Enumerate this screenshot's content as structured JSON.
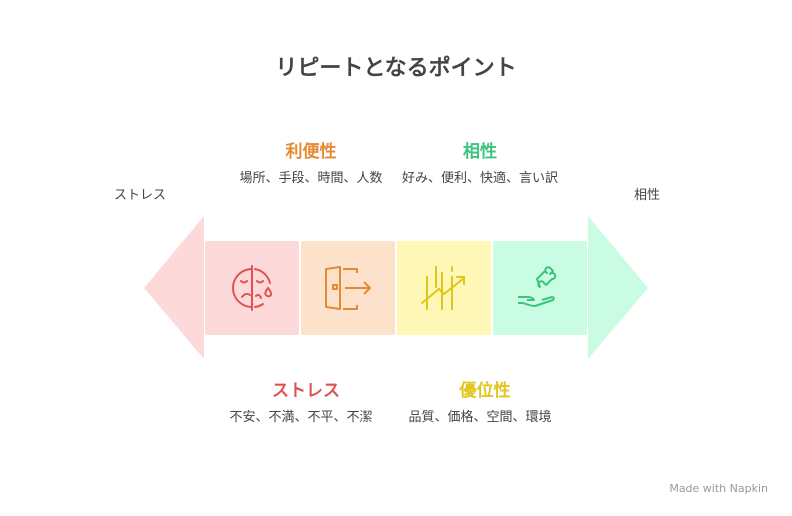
{
  "title": "リピートとなるポイント",
  "left_label": "ストレス",
  "right_label": "相性",
  "sections": [
    {
      "heading": "ストレス",
      "desc": "不安、不満、不平、不潔",
      "color": "#e05252",
      "bg": "#fdd9d9",
      "icon": "sad-face-tear-icon"
    },
    {
      "heading": "利便性",
      "desc": "場所、手段、時間、人数",
      "color": "#e48a33",
      "bg": "#fde2cb",
      "icon": "door-exit-icon"
    },
    {
      "heading": "優位性",
      "desc": "品質、価格、空間、環境",
      "color": "#e0c51b",
      "bg": "#fff7b5",
      "icon": "growth-chart-icon"
    },
    {
      "heading": "相性",
      "desc": "好み、便利、快適、言い訳",
      "color": "#3cc47e",
      "bg": "#c9fce2",
      "icon": "hand-puzzle-icon"
    }
  ],
  "footer": "Made with Napkin"
}
